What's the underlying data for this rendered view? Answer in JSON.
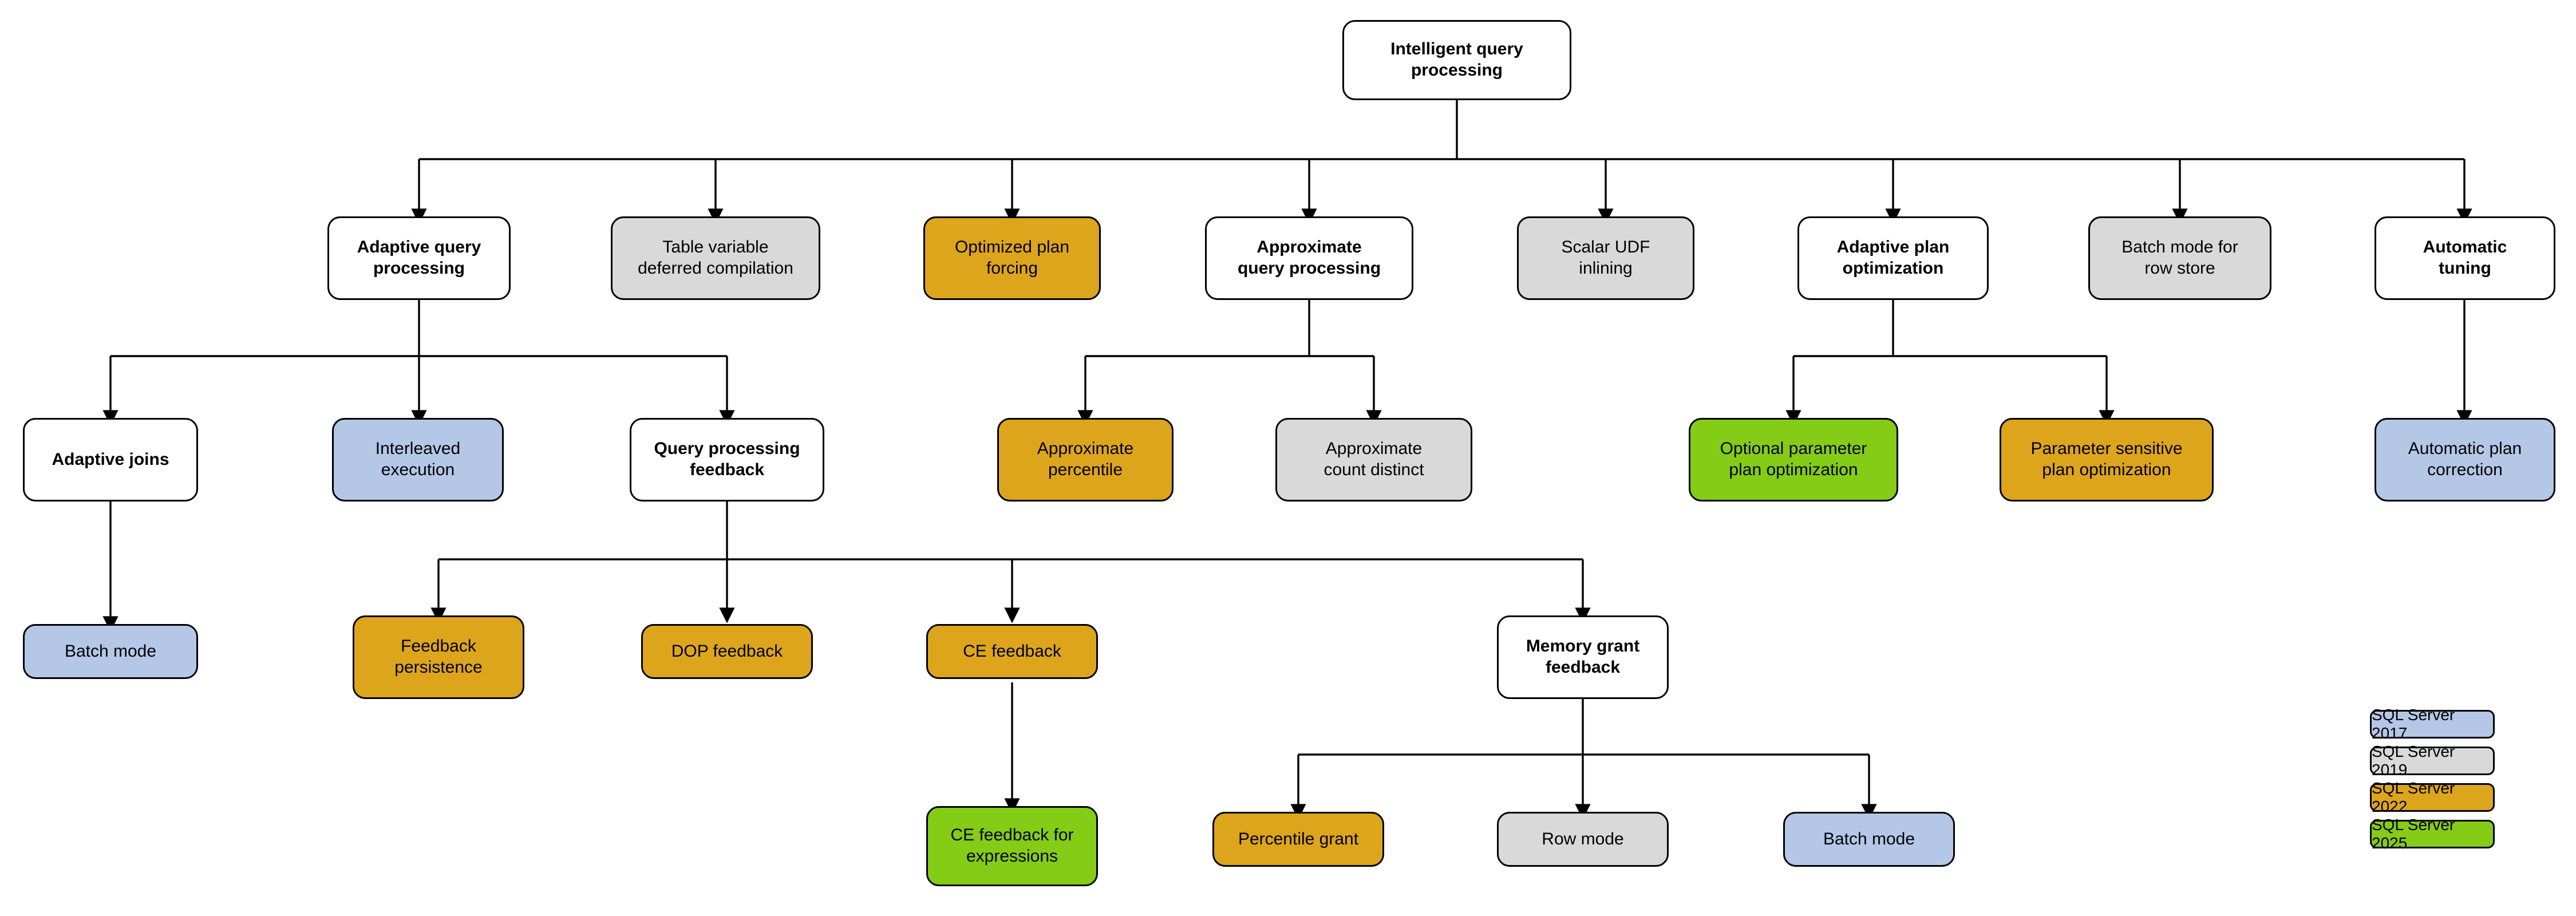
{
  "diagram": {
    "title": "Intelligent query processing",
    "type": "hierarchy-tree",
    "palette": {
      "white": "#ffffff",
      "gray": "#d9d9d9",
      "amber": "#dda51c",
      "blue": "#b4c7e7",
      "green": "#84cc16",
      "stroke": "#000000"
    },
    "nodes": {
      "root": "Intelligent query\nprocessing",
      "adaptive_query_processing": "Adaptive query\nprocessing",
      "table_variable_deferred_compilation": "Table variable\ndeferred compilation",
      "optimized_plan_forcing": "Optimized plan\nforcing",
      "approximate_query_processing": "Approximate\nquery processing",
      "scalar_udf_inlining": "Scalar UDF\ninlining",
      "adaptive_plan_optimization": "Adaptive plan\noptimization",
      "batch_mode_for_row_store": "Batch mode for\nrow store",
      "automatic_tuning": "Automatic\ntuning",
      "adaptive_joins": "Adaptive joins",
      "interleaved_execution": "Interleaved\nexecution",
      "query_processing_feedback": "Query processing\nfeedback",
      "approximate_percentile": "Approximate\npercentile",
      "approximate_count_distinct": "Approximate\ncount distinct",
      "optional_parameter_plan_optimization": "Optional parameter\nplan optimization",
      "parameter_sensitive_plan_optimization": "Parameter sensitive\nplan optimization",
      "automatic_plan_correction": "Automatic plan\ncorrection",
      "batch_mode_adaptive_joins": "Batch mode",
      "feedback_persistence": "Feedback\npersistence",
      "dop_feedback": "DOP feedback",
      "ce_feedback": "CE feedback",
      "memory_grant_feedback": "Memory grant\nfeedback",
      "ce_feedback_for_expressions": "CE feedback for\nexpressions",
      "percentile_grant": "Percentile grant",
      "row_mode": "Row mode",
      "batch_mode_memory_grant": "Batch mode"
    },
    "legend": [
      {
        "label": "SQL Server 2017",
        "color": "#b4c7e7"
      },
      {
        "label": "SQL Server 2019",
        "color": "#d9d9d9"
      },
      {
        "label": "SQL Server 2022",
        "color": "#dda51c"
      },
      {
        "label": "SQL Server 2025",
        "color": "#84cc16"
      }
    ]
  }
}
